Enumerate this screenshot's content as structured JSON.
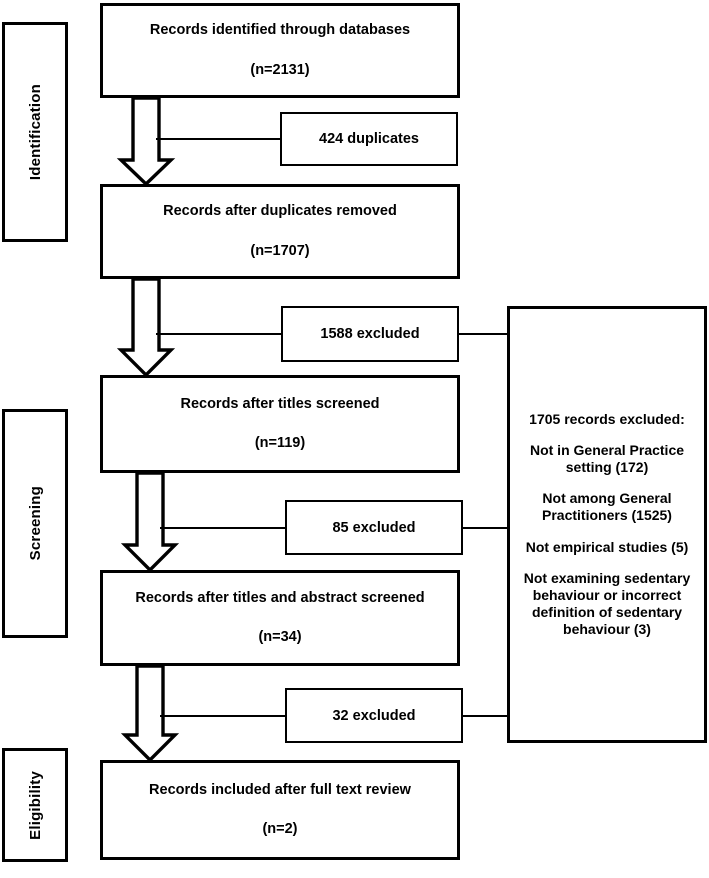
{
  "diagram": {
    "type": "prisma-flow-diagram",
    "stages": [
      {
        "id": "identification",
        "label": "Identification"
      },
      {
        "id": "screening",
        "label": "Screening"
      },
      {
        "id": "eligibility",
        "label": "Eligibility"
      }
    ],
    "flow_boxes": [
      {
        "id": "records-identified",
        "title": "Records identified through databases",
        "count": "(n=2131)"
      },
      {
        "id": "duplicates-removed",
        "title": "Records after duplicates removed",
        "count": "(n=1707)"
      },
      {
        "id": "titles-screened",
        "title": "Records after titles screened",
        "count": "(n=119)"
      },
      {
        "id": "titles-abstract-screened",
        "title": "Records after titles and abstract screened",
        "count": "(n=34)"
      },
      {
        "id": "included-full-text",
        "title": "Records included after full text review",
        "count": "(n=2)"
      }
    ],
    "exclusion_boxes": [
      {
        "id": "duplicates",
        "label": "424 duplicates"
      },
      {
        "id": "excluded-titles",
        "label": "1588 excluded"
      },
      {
        "id": "excluded-abstracts",
        "label": "85 excluded"
      },
      {
        "id": "excluded-fulltext",
        "label": "32 excluded"
      }
    ],
    "reasons_box": {
      "id": "records-excluded-reasons",
      "heading": "1705 records excluded:",
      "items": [
        "Not in General Practice setting (172)",
        "Not among General Practitioners (1525)",
        "Not empirical studies (5)",
        "Not examining sedentary behaviour or incorrect definition of sedentary behaviour (3)"
      ]
    },
    "colors": {
      "stroke": "#000000",
      "fill": "#ffffff",
      "text": "#000000"
    }
  }
}
